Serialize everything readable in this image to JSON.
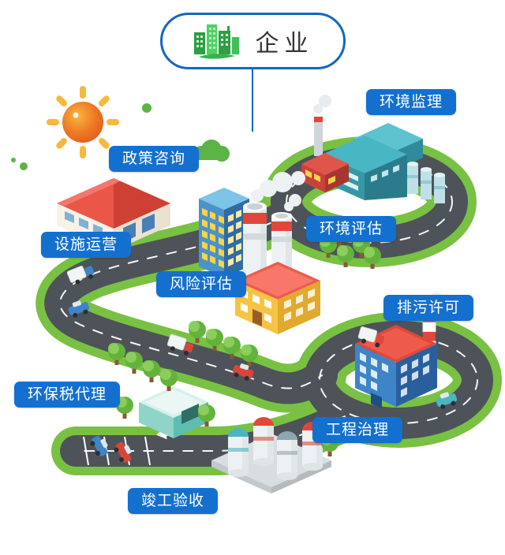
{
  "header": {
    "title": "企业",
    "icon": "eco-city-icon"
  },
  "labels": [
    {
      "id": "environmental-supervision",
      "text": "环境监理"
    },
    {
      "id": "policy-consulting",
      "text": "政策咨询"
    },
    {
      "id": "facility-operation",
      "text": "设施运营"
    },
    {
      "id": "environmental-assessment",
      "text": "环境评估"
    },
    {
      "id": "risk-assessment",
      "text": "风险评估"
    },
    {
      "id": "discharge-permit",
      "text": "排污许可"
    },
    {
      "id": "environmental-tax-agency",
      "text": "环保税代理"
    },
    {
      "id": "engineering-treatment",
      "text": "工程治理"
    },
    {
      "id": "completion-acceptance",
      "text": "竣工验收"
    }
  ],
  "colors": {
    "label_background": "#1470cf",
    "label_text": "#ffffff",
    "badge_border": "#1565c0",
    "badge_title": "#333333",
    "road": "#4d5359",
    "road_center_line": "#ffffff",
    "grass": "#79c143",
    "sun": "#ee7a24",
    "sun_rays": "#f6b93d",
    "cloud_green": "#5cb347",
    "roof_red": "#e0473a",
    "factory_teal": "#49b6c4",
    "building_blue": "#3d85c6",
    "hall_yellow": "#f6c445"
  },
  "icons": [
    "eco-city-icon",
    "sun-icon",
    "cloud-icon",
    "factory-icon",
    "warehouse-icon",
    "office-tower-icon",
    "chimney-icon",
    "storage-tank-icon",
    "tree-icon",
    "car-icon",
    "truck-icon",
    "parking-garage-icon",
    "road-arrow-icon"
  ]
}
